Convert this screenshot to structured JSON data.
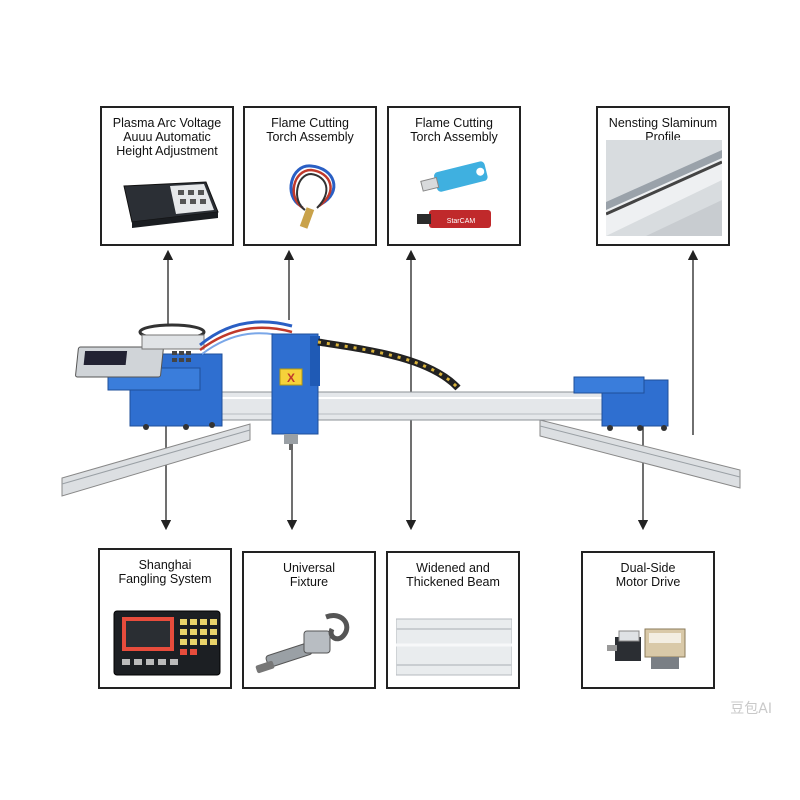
{
  "callouts_top": [
    {
      "id": "plasma",
      "label": "Plasma Arc Voltage\nAuuu Automatic\nHeight Adjustment"
    },
    {
      "id": "torch",
      "label": "Flame Cutting\nTorch Assembly"
    },
    {
      "id": "software",
      "label": "Flame Cutting\nTorch Assembly"
    },
    {
      "id": "profile",
      "label": "Nensting Slaminum\nProfile"
    }
  ],
  "callouts_bottom": [
    {
      "id": "system",
      "label": "Shanghai\nFangling System"
    },
    {
      "id": "fixture",
      "label": "Universal\nFixture"
    },
    {
      "id": "beam",
      "label": "Widened and\nThickened Beam"
    },
    {
      "id": "motor",
      "label": "Dual-Side\nMotor Drive"
    }
  ],
  "machine": {
    "axis_badge": "X"
  },
  "usb_brand": "StarCAM",
  "watermark": "豆包AI",
  "colors": {
    "machine_blue": "#2f6fd0",
    "beam_silver": "#d9dde0",
    "border": "#222222"
  }
}
